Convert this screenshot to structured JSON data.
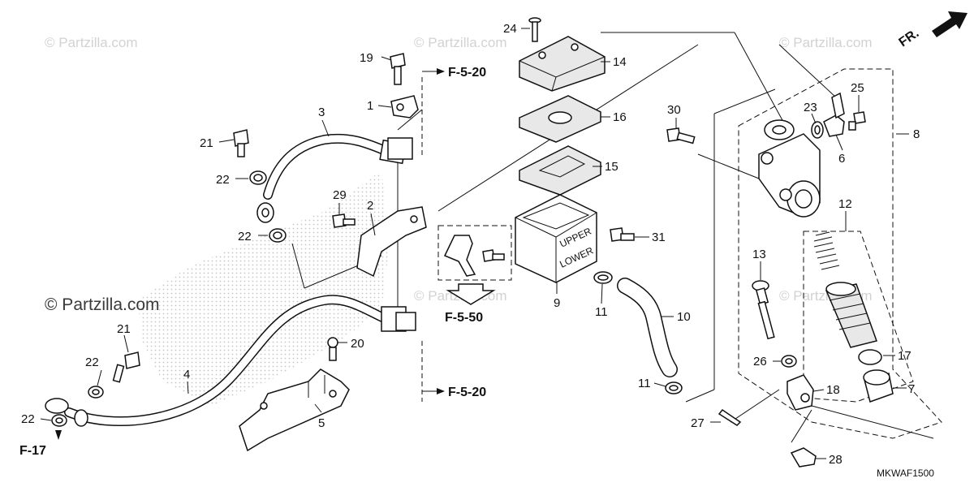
{
  "watermarks": {
    "top_left": "© Partzilla.com",
    "top_center": "© Partzilla.com",
    "top_right": "© Partzilla.com",
    "middle_left": "© Partzilla.com",
    "middle_center": "© Partzilla.com",
    "middle_right": "© Partzilla.com"
  },
  "direction": {
    "label": "FR."
  },
  "refs": {
    "f520_top": "F-5-20",
    "f550": "F-5-50",
    "f520_bottom": "F-5-20",
    "f17": "F-17"
  },
  "diagram_code": "MKWAF1500",
  "callouts": {
    "c1": "1",
    "c2": "2",
    "c3": "3",
    "c4": "4",
    "c5": "5",
    "c6": "6",
    "c7": "7",
    "c8": "8",
    "c9": "9",
    "c10": "10",
    "c11a": "11",
    "c11b": "11",
    "c12": "12",
    "c13": "13",
    "c14": "14",
    "c15": "15",
    "c16": "16",
    "c17": "17",
    "c18": "18",
    "c19": "19",
    "c20": "20",
    "c21a": "21",
    "c21b": "21",
    "c22a": "22",
    "c22b": "22",
    "c22c": "22",
    "c22d": "22",
    "c23": "23",
    "c24": "24",
    "c25": "25",
    "c26": "26",
    "c27": "27",
    "c28": "28",
    "c29": "29",
    "c30": "30",
    "c31": "31"
  },
  "reservoir_labels": {
    "upper": "UPPER",
    "lower": "LOWER"
  }
}
